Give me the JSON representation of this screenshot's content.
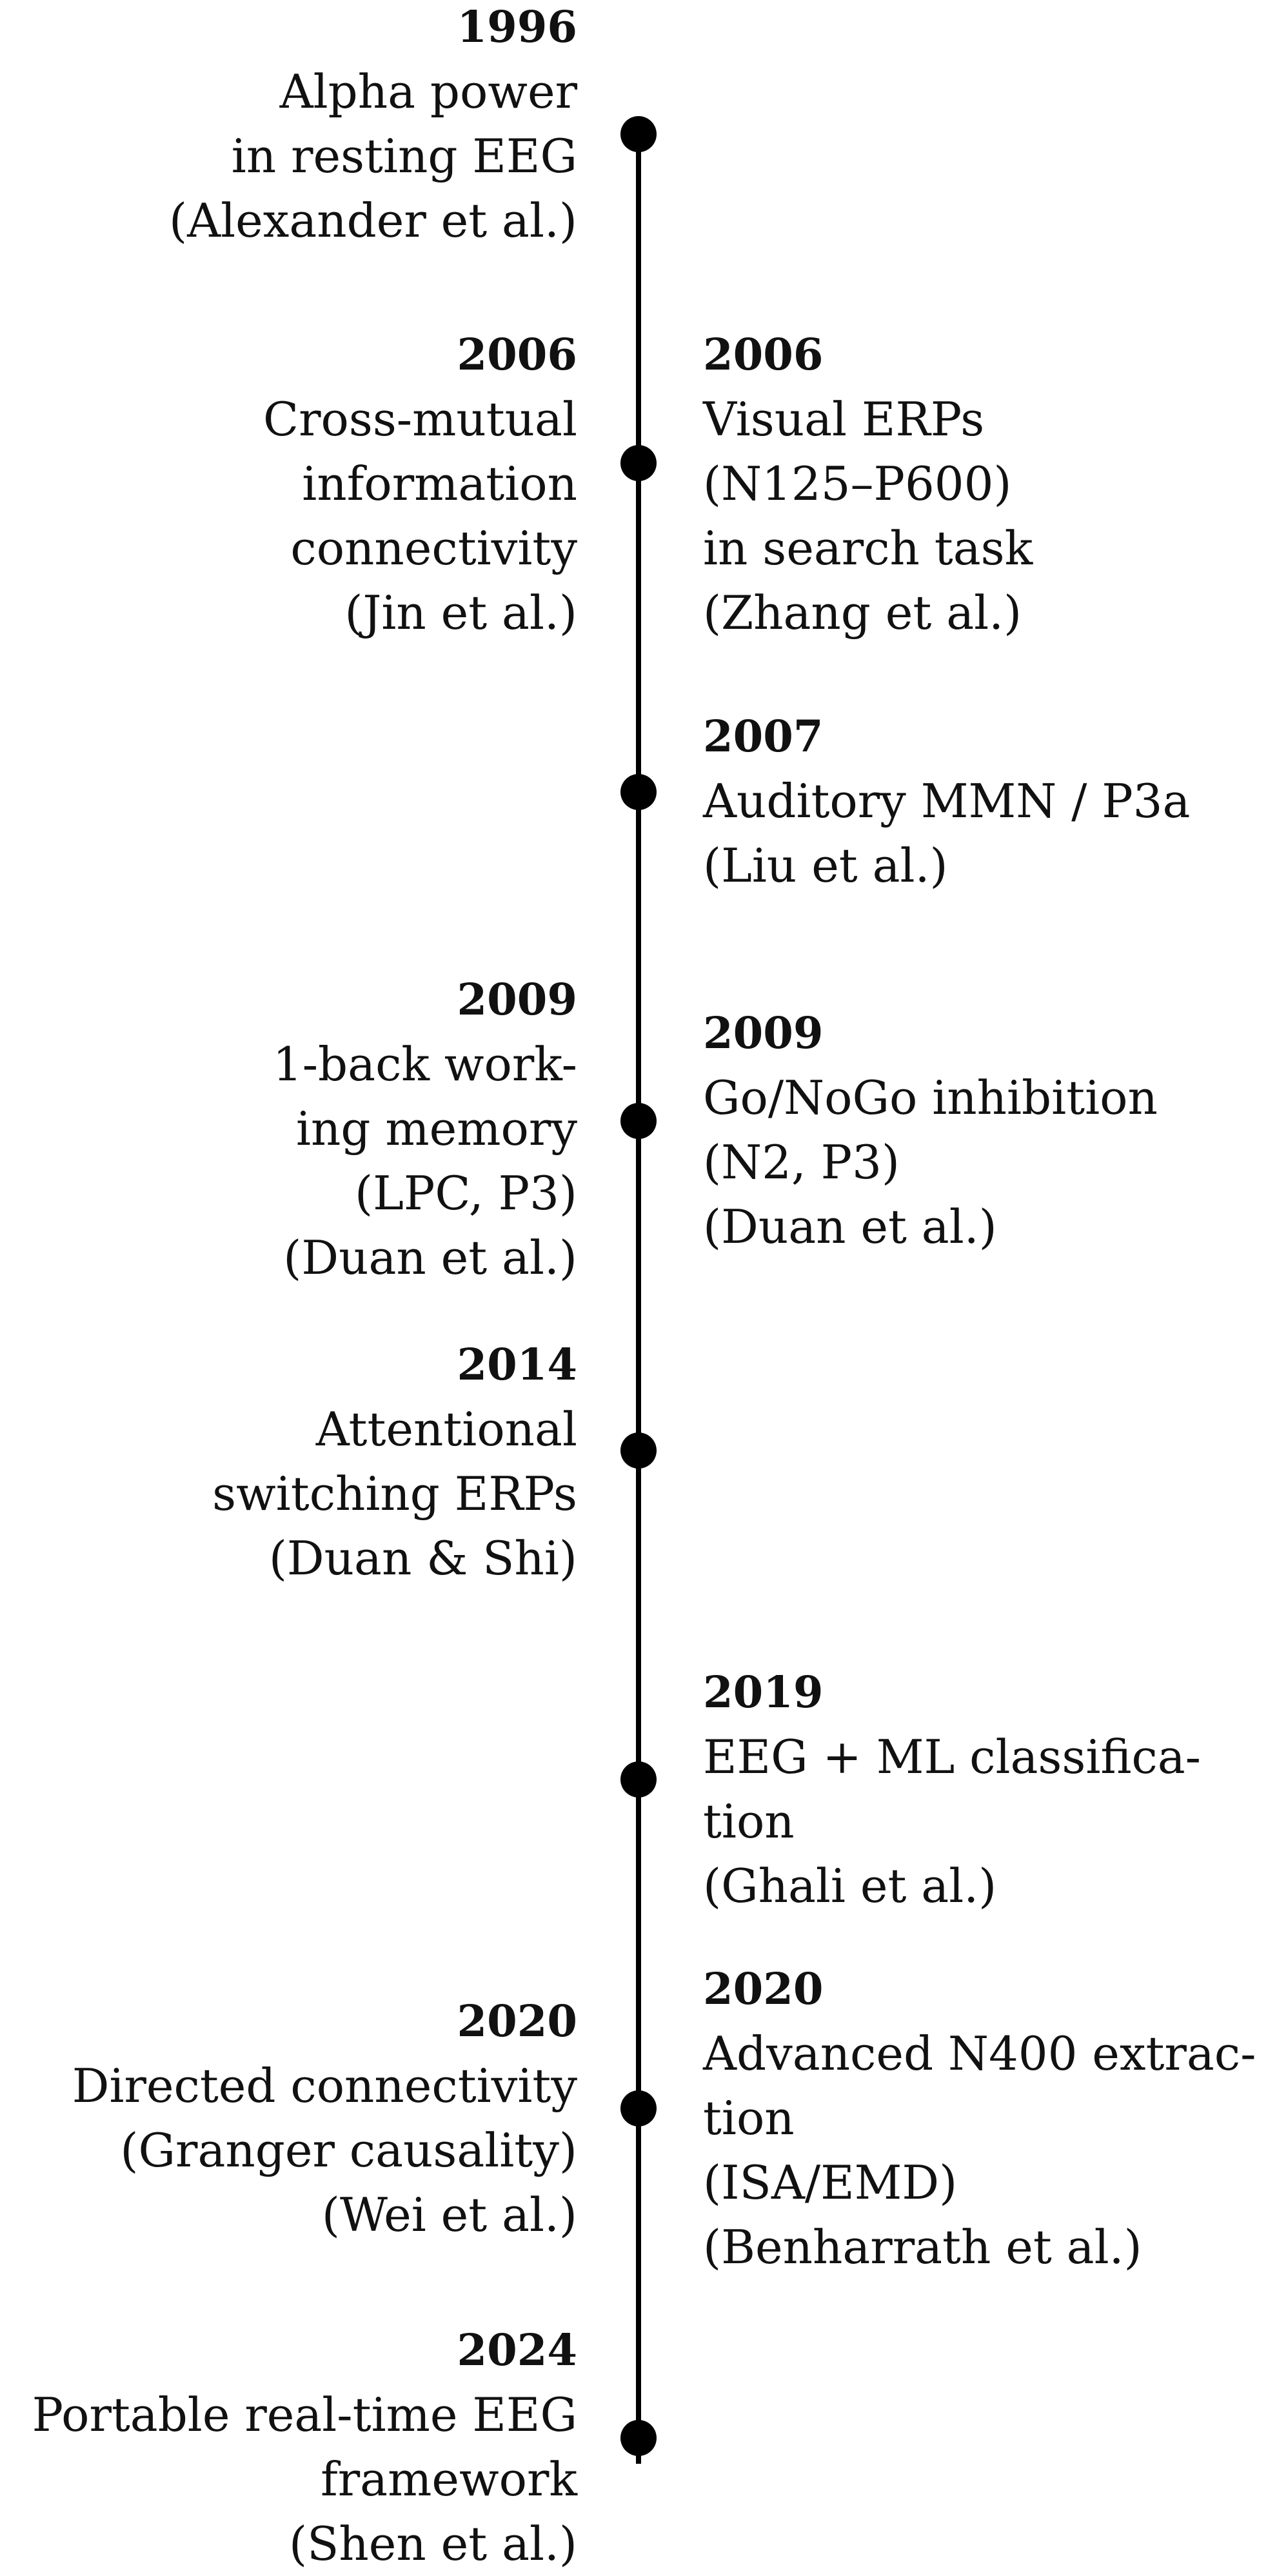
{
  "timeline": {
    "events": [
      {
        "side": "left",
        "year": "1996",
        "lines": [
          "Alpha power",
          "in resting EEG",
          "(Alexander et al.)"
        ]
      },
      {
        "side": "left",
        "year": "2006",
        "lines": [
          "Cross-mutual",
          "information",
          "connectivity",
          "(Jin et al.)"
        ]
      },
      {
        "side": "right",
        "year": "2006",
        "lines": [
          "Visual ERPs",
          "(N125–P600)",
          "in search task",
          "(Zhang et al.)"
        ]
      },
      {
        "side": "right",
        "year": "2007",
        "lines": [
          "Auditory MMN / P3a",
          "(Liu et al.)"
        ]
      },
      {
        "side": "left",
        "year": "2009",
        "lines": [
          "1-back work-",
          "ing memory",
          "(LPC, P3)",
          "(Duan et al.)"
        ]
      },
      {
        "side": "right",
        "year": "2009",
        "lines": [
          "Go/NoGo inhibition",
          "(N2, P3)",
          "(Duan et al.)"
        ]
      },
      {
        "side": "left",
        "year": "2014",
        "lines": [
          "Attentional",
          "switching ERPs",
          "(Duan & Shi)"
        ]
      },
      {
        "side": "right",
        "year": "2019",
        "lines": [
          "EEG + ML classifica-",
          "tion",
          "(Ghali et al.)"
        ]
      },
      {
        "side": "left",
        "year": "2020",
        "lines": [
          "Directed connectivity",
          "(Granger causality)",
          "(Wei et al.)"
        ]
      },
      {
        "side": "right",
        "year": "2020",
        "lines": [
          "Advanced N400 extrac-",
          "tion",
          "(ISA/EMD)",
          "(Benharrath et al.)"
        ]
      },
      {
        "side": "left",
        "year": "2024",
        "lines": [
          "Portable real-time EEG",
          "framework",
          "(Shen et al.)"
        ]
      }
    ]
  }
}
